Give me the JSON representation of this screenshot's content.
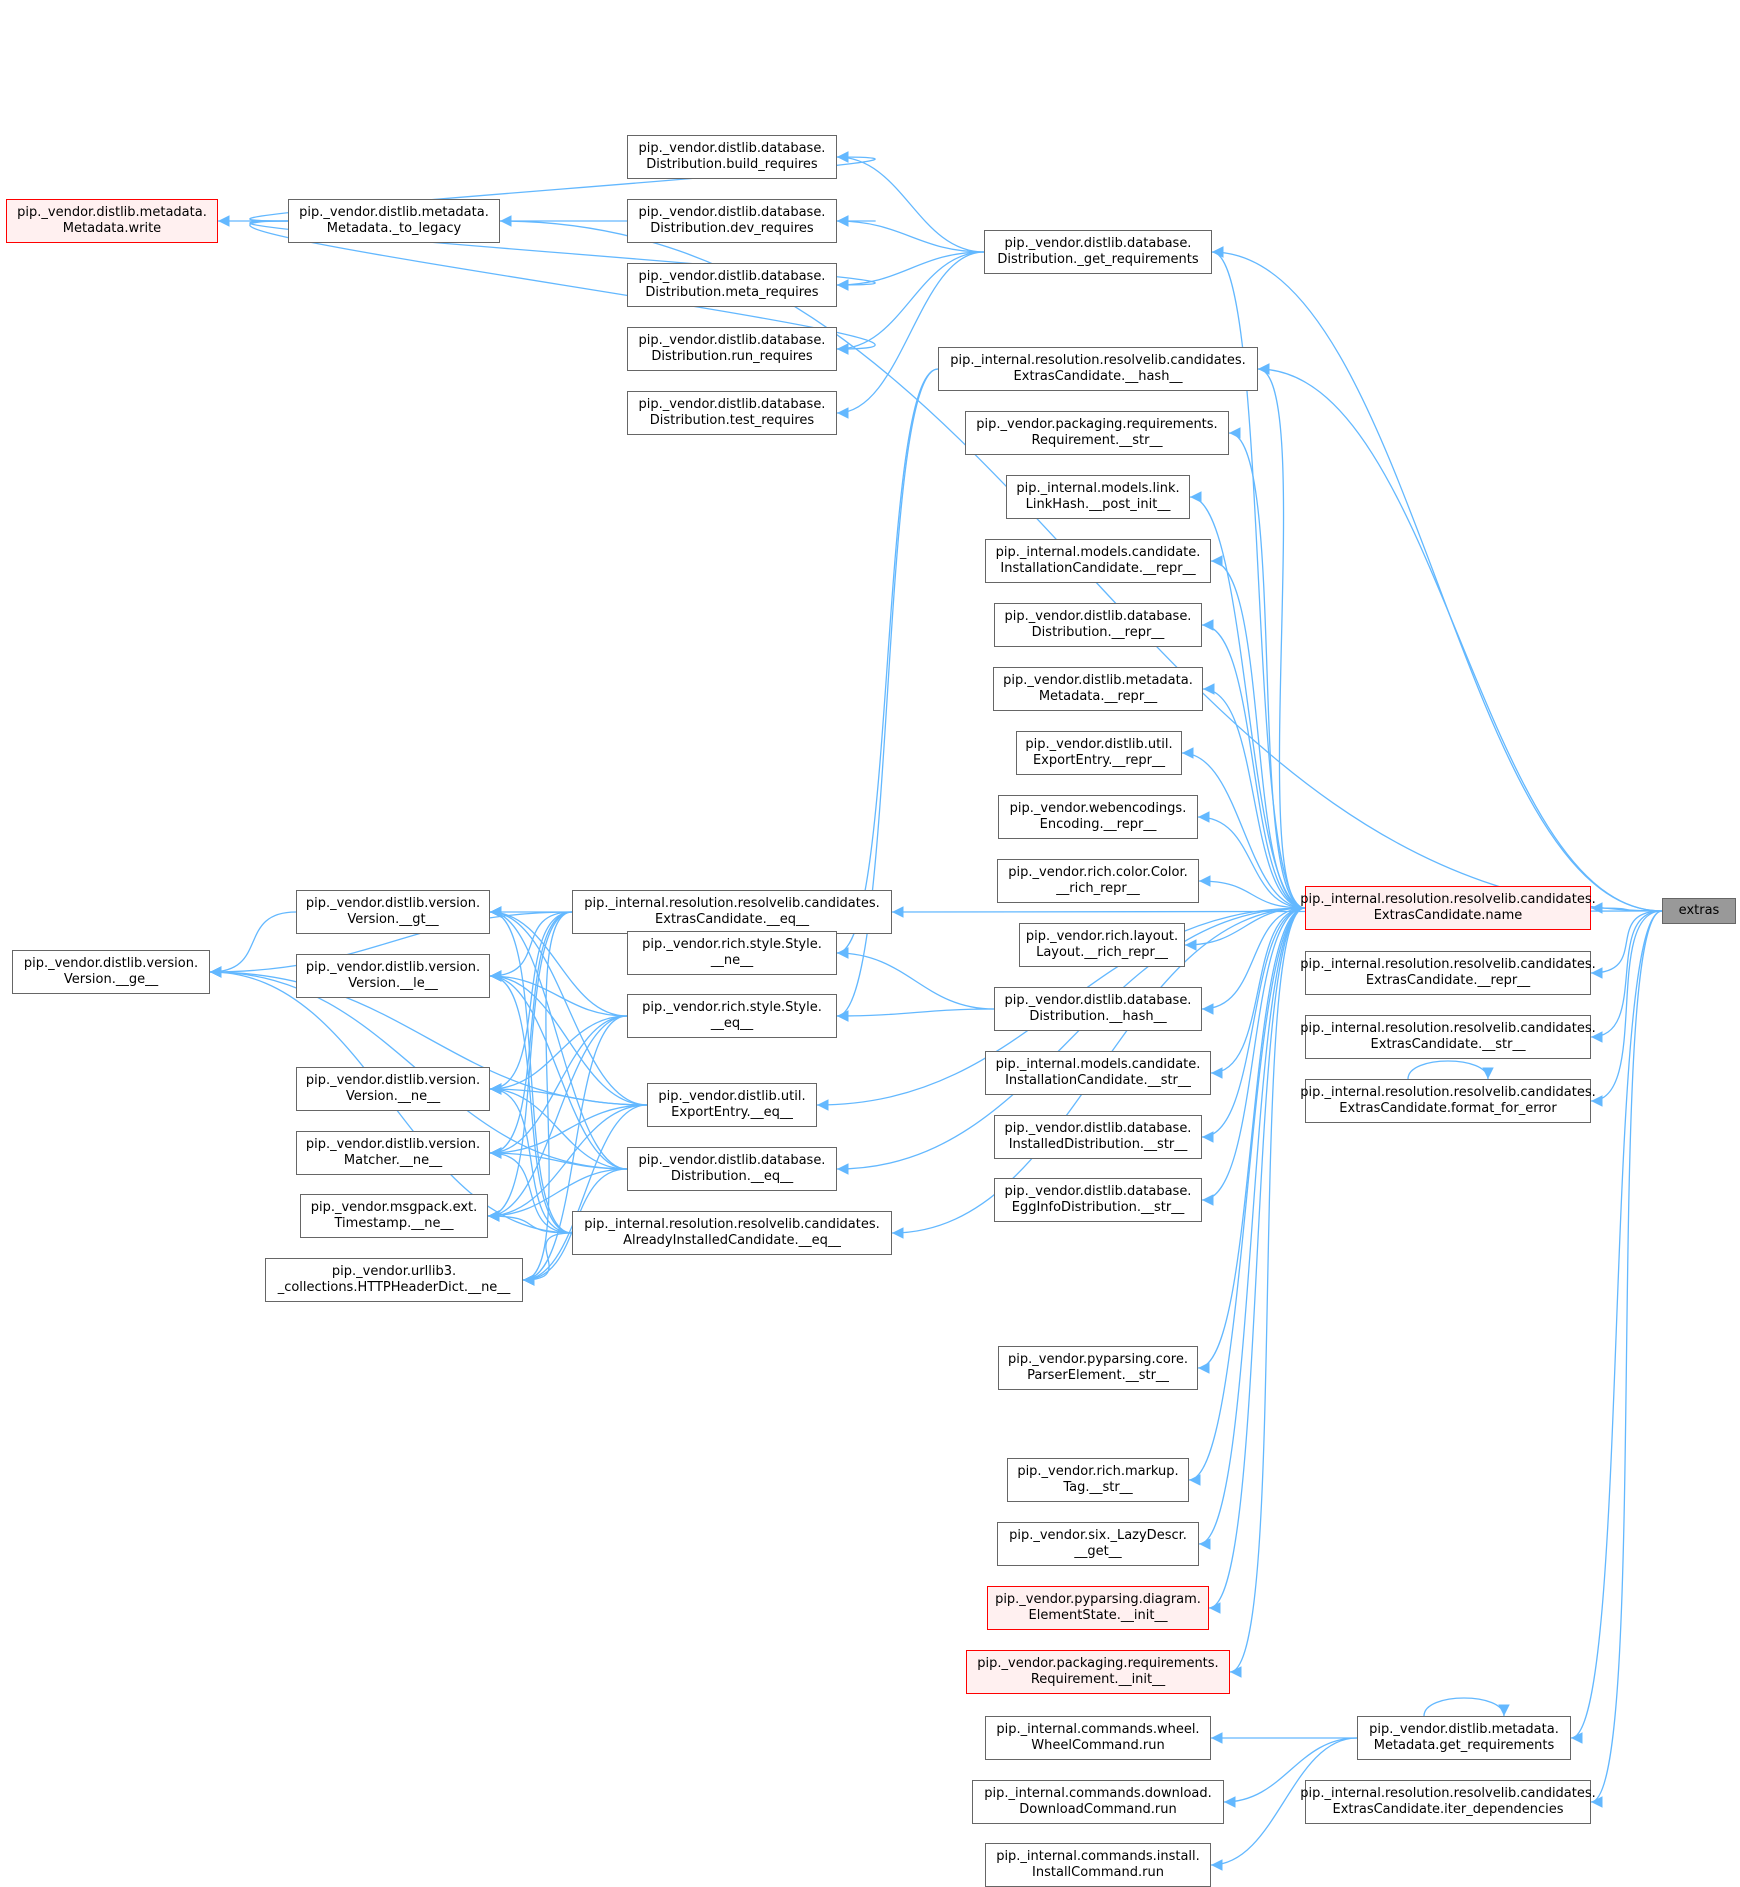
{
  "graph": {
    "edge_color": "#63b8ff",
    "node_border": "#666666",
    "highlight_border": "#ff0000",
    "highlight_fill": "#fff0f0",
    "focus_fill": "#999999",
    "nodes": [
      {
        "id": "extras",
        "lines": [
          "extras"
        ],
        "kind": "focus"
      },
      {
        "id": "ec_name",
        "lines": [
          "pip._internal.resolution.resolvelib.candidates.",
          "ExtrasCandidate.name"
        ],
        "kind": "red"
      },
      {
        "id": "ec_repr",
        "lines": [
          "pip._internal.resolution.resolvelib.candidates.",
          "ExtrasCandidate.__repr__"
        ],
        "kind": "normal"
      },
      {
        "id": "ec_str",
        "lines": [
          "pip._internal.resolution.resolvelib.candidates.",
          "ExtrasCandidate.__str__"
        ],
        "kind": "normal"
      },
      {
        "id": "ec_format",
        "lines": [
          "pip._internal.resolution.resolvelib.candidates.",
          "ExtrasCandidate.format_for_error"
        ],
        "kind": "normal"
      },
      {
        "id": "ec_iter",
        "lines": [
          "pip._internal.resolution.resolvelib.candidates.",
          "ExtrasCandidate.iter_dependencies"
        ],
        "kind": "normal"
      },
      {
        "id": "md_getreq",
        "lines": [
          "pip._vendor.distlib.metadata.",
          "Metadata.get_requirements"
        ],
        "kind": "normal"
      },
      {
        "id": "wheel_run",
        "lines": [
          "pip._internal.commands.wheel.",
          "WheelCommand.run"
        ],
        "kind": "normal"
      },
      {
        "id": "download_run",
        "lines": [
          "pip._internal.commands.download.",
          "DownloadCommand.run"
        ],
        "kind": "normal"
      },
      {
        "id": "install_run",
        "lines": [
          "pip._internal.commands.install.",
          "InstallCommand.run"
        ],
        "kind": "normal"
      },
      {
        "id": "dist_getreq",
        "lines": [
          "pip._vendor.distlib.database.",
          "Distribution._get_requirements"
        ],
        "kind": "normal"
      },
      {
        "id": "build_req",
        "lines": [
          "pip._vendor.distlib.database.",
          "Distribution.build_requires"
        ],
        "kind": "normal"
      },
      {
        "id": "dev_req",
        "lines": [
          "pip._vendor.distlib.database.",
          "Distribution.dev_requires"
        ],
        "kind": "normal"
      },
      {
        "id": "meta_req",
        "lines": [
          "pip._vendor.distlib.database.",
          "Distribution.meta_requires"
        ],
        "kind": "normal"
      },
      {
        "id": "run_req",
        "lines": [
          "pip._vendor.distlib.database.",
          "Distribution.run_requires"
        ],
        "kind": "normal"
      },
      {
        "id": "test_req",
        "lines": [
          "pip._vendor.distlib.database.",
          "Distribution.test_requires"
        ],
        "kind": "normal"
      },
      {
        "id": "to_legacy",
        "lines": [
          "pip._vendor.distlib.metadata.",
          "Metadata._to_legacy"
        ],
        "kind": "normal"
      },
      {
        "id": "md_write",
        "lines": [
          "pip._vendor.distlib.metadata.",
          "Metadata.write"
        ],
        "kind": "red"
      },
      {
        "id": "ec_hash",
        "lines": [
          "pip._internal.resolution.resolvelib.candidates.",
          "ExtrasCandidate.__hash__"
        ],
        "kind": "normal"
      },
      {
        "id": "req_str",
        "lines": [
          "pip._vendor.packaging.requirements.",
          "Requirement.__str__"
        ],
        "kind": "normal"
      },
      {
        "id": "linkhash",
        "lines": [
          "pip._internal.models.link.",
          "LinkHash.__post_init__"
        ],
        "kind": "normal"
      },
      {
        "id": "ic_repr",
        "lines": [
          "pip._internal.models.candidate.",
          "InstallationCandidate.__repr__"
        ],
        "kind": "normal"
      },
      {
        "id": "dist_repr",
        "lines": [
          "pip._vendor.distlib.database.",
          "Distribution.__repr__"
        ],
        "kind": "normal"
      },
      {
        "id": "md_repr",
        "lines": [
          "pip._vendor.distlib.metadata.",
          "Metadata.__repr__"
        ],
        "kind": "normal"
      },
      {
        "id": "ee_repr",
        "lines": [
          "pip._vendor.distlib.util.",
          "ExportEntry.__repr__"
        ],
        "kind": "normal"
      },
      {
        "id": "enc_repr",
        "lines": [
          "pip._vendor.webencodings.",
          "Encoding.__repr__"
        ],
        "kind": "normal"
      },
      {
        "id": "color_repr",
        "lines": [
          "pip._vendor.rich.color.Color.",
          "__rich_repr__"
        ],
        "kind": "normal"
      },
      {
        "id": "layout_repr",
        "lines": [
          "pip._vendor.rich.layout.",
          "Layout.__rich_repr__"
        ],
        "kind": "normal"
      },
      {
        "id": "dist_hash",
        "lines": [
          "pip._vendor.distlib.database.",
          "Distribution.__hash__"
        ],
        "kind": "normal"
      },
      {
        "id": "ic_str",
        "lines": [
          "pip._internal.models.candidate.",
          "InstallationCandidate.__str__"
        ],
        "kind": "normal"
      },
      {
        "id": "idist_str",
        "lines": [
          "pip._vendor.distlib.database.",
          "InstalledDistribution.__str__"
        ],
        "kind": "normal"
      },
      {
        "id": "egg_str",
        "lines": [
          "pip._vendor.distlib.database.",
          "EggInfoDistribution.__str__"
        ],
        "kind": "normal"
      },
      {
        "id": "pe_str",
        "lines": [
          "pip._vendor.pyparsing.core.",
          "ParserElement.__str__"
        ],
        "kind": "normal"
      },
      {
        "id": "tag_str",
        "lines": [
          "pip._vendor.rich.markup.",
          "Tag.__str__"
        ],
        "kind": "normal"
      },
      {
        "id": "lazy_get",
        "lines": [
          "pip._vendor.six._LazyDescr.",
          "__get__"
        ],
        "kind": "normal"
      },
      {
        "id": "es_init",
        "lines": [
          "pip._vendor.pyparsing.diagram.",
          "ElementState.__init__"
        ],
        "kind": "red"
      },
      {
        "id": "req_init",
        "lines": [
          "pip._vendor.packaging.requirements.",
          "Requirement.__init__"
        ],
        "kind": "red"
      },
      {
        "id": "ec_eq",
        "lines": [
          "pip._internal.resolution.resolvelib.candidates.",
          "ExtrasCandidate.__eq__"
        ],
        "kind": "normal"
      },
      {
        "id": "style_ne",
        "lines": [
          "pip._vendor.rich.style.Style.",
          "__ne__"
        ],
        "kind": "normal"
      },
      {
        "id": "style_eq",
        "lines": [
          "pip._vendor.rich.style.Style.",
          "__eq__"
        ],
        "kind": "normal"
      },
      {
        "id": "ee_eq",
        "lines": [
          "pip._vendor.distlib.util.",
          "ExportEntry.__eq__"
        ],
        "kind": "normal"
      },
      {
        "id": "dist_eq",
        "lines": [
          "pip._vendor.distlib.database.",
          "Distribution.__eq__"
        ],
        "kind": "normal"
      },
      {
        "id": "aic_eq",
        "lines": [
          "pip._internal.resolution.resolvelib.candidates.",
          "AlreadyInstalledCandidate.__eq__"
        ],
        "kind": "normal"
      },
      {
        "id": "v_gt",
        "lines": [
          "pip._vendor.distlib.version.",
          "Version.__gt__"
        ],
        "kind": "normal"
      },
      {
        "id": "v_le",
        "lines": [
          "pip._vendor.distlib.version.",
          "Version.__le__"
        ],
        "kind": "normal"
      },
      {
        "id": "v_ne",
        "lines": [
          "pip._vendor.distlib.version.",
          "Version.__ne__"
        ],
        "kind": "normal"
      },
      {
        "id": "m_ne",
        "lines": [
          "pip._vendor.distlib.version.",
          "Matcher.__ne__"
        ],
        "kind": "normal"
      },
      {
        "id": "ts_ne",
        "lines": [
          "pip._vendor.msgpack.ext.",
          "Timestamp.__ne__"
        ],
        "kind": "normal"
      },
      {
        "id": "hh_ne",
        "lines": [
          "pip._vendor.urllib3.",
          "_collections.HTTPHeaderDict.__ne__"
        ],
        "kind": "normal"
      },
      {
        "id": "v_ge",
        "lines": [
          "pip._vendor.distlib.version.",
          "Version.__ge__"
        ],
        "kind": "normal"
      }
    ],
    "edges": [
      [
        "ec_name",
        "extras"
      ],
      [
        "ec_repr",
        "extras"
      ],
      [
        "ec_str",
        "extras"
      ],
      [
        "ec_format",
        "extras"
      ],
      [
        "ec_iter",
        "extras"
      ],
      [
        "md_getreq",
        "extras"
      ],
      [
        "dist_getreq",
        "extras"
      ],
      [
        "to_legacy",
        "extras"
      ],
      [
        "ec_hash",
        "extras"
      ],
      [
        "ec_eq",
        "extras"
      ],
      [
        "ec_format",
        "ec_format"
      ],
      [
        "md_getreq",
        "md_getreq"
      ],
      [
        "wheel_run",
        "md_getreq"
      ],
      [
        "download_run",
        "md_getreq"
      ],
      [
        "install_run",
        "md_getreq"
      ],
      [
        "build_req",
        "dist_getreq"
      ],
      [
        "dev_req",
        "dist_getreq"
      ],
      [
        "meta_req",
        "dist_getreq"
      ],
      [
        "run_req",
        "dist_getreq"
      ],
      [
        "test_req",
        "dist_getreq"
      ],
      [
        "build_req",
        "to_legacy"
      ],
      [
        "dev_req",
        "to_legacy"
      ],
      [
        "meta_req",
        "to_legacy"
      ],
      [
        "run_req",
        "to_legacy"
      ],
      [
        "md_write",
        "to_legacy"
      ],
      [
        "dist_getreq",
        "ec_name"
      ],
      [
        "ec_hash",
        "ec_name"
      ],
      [
        "req_str",
        "ec_name"
      ],
      [
        "linkhash",
        "ec_name"
      ],
      [
        "ic_repr",
        "ec_name"
      ],
      [
        "dist_repr",
        "ec_name"
      ],
      [
        "md_repr",
        "ec_name"
      ],
      [
        "ee_repr",
        "ec_name"
      ],
      [
        "enc_repr",
        "ec_name"
      ],
      [
        "color_repr",
        "ec_name"
      ],
      [
        "layout_repr",
        "ec_name"
      ],
      [
        "dist_hash",
        "ec_name"
      ],
      [
        "ic_str",
        "ec_name"
      ],
      [
        "idist_str",
        "ec_name"
      ],
      [
        "egg_str",
        "ec_name"
      ],
      [
        "pe_str",
        "ec_name"
      ],
      [
        "tag_str",
        "ec_name"
      ],
      [
        "lazy_get",
        "ec_name"
      ],
      [
        "es_init",
        "ec_name"
      ],
      [
        "req_init",
        "ec_name"
      ],
      [
        "ee_eq",
        "ec_name"
      ],
      [
        "dist_eq",
        "ec_name"
      ],
      [
        "aic_eq",
        "ec_name"
      ],
      [
        "style_ne",
        "ec_hash"
      ],
      [
        "style_eq",
        "ec_hash"
      ],
      [
        "style_ne",
        "dist_hash"
      ],
      [
        "style_eq",
        "dist_hash"
      ],
      [
        "v_gt",
        "ec_eq"
      ],
      [
        "v_le",
        "ec_eq"
      ],
      [
        "v_ne",
        "ec_eq"
      ],
      [
        "m_ne",
        "ec_eq"
      ],
      [
        "ts_ne",
        "ec_eq"
      ],
      [
        "hh_ne",
        "ec_eq"
      ],
      [
        "v_ge",
        "ec_eq"
      ],
      [
        "v_gt",
        "style_eq"
      ],
      [
        "v_le",
        "style_eq"
      ],
      [
        "v_ne",
        "style_eq"
      ],
      [
        "m_ne",
        "style_eq"
      ],
      [
        "ts_ne",
        "style_eq"
      ],
      [
        "hh_ne",
        "style_eq"
      ],
      [
        "v_gt",
        "ee_eq"
      ],
      [
        "v_le",
        "ee_eq"
      ],
      [
        "v_ne",
        "ee_eq"
      ],
      [
        "m_ne",
        "ee_eq"
      ],
      [
        "ts_ne",
        "ee_eq"
      ],
      [
        "hh_ne",
        "ee_eq"
      ],
      [
        "v_ge",
        "ee_eq"
      ],
      [
        "v_gt",
        "dist_eq"
      ],
      [
        "v_le",
        "dist_eq"
      ],
      [
        "v_ne",
        "dist_eq"
      ],
      [
        "m_ne",
        "dist_eq"
      ],
      [
        "ts_ne",
        "dist_eq"
      ],
      [
        "hh_ne",
        "dist_eq"
      ],
      [
        "v_ge",
        "dist_eq"
      ],
      [
        "v_gt",
        "aic_eq"
      ],
      [
        "v_le",
        "aic_eq"
      ],
      [
        "v_ne",
        "aic_eq"
      ],
      [
        "m_ne",
        "aic_eq"
      ],
      [
        "ts_ne",
        "aic_eq"
      ],
      [
        "hh_ne",
        "aic_eq"
      ],
      [
        "v_ge",
        "aic_eq"
      ],
      [
        "v_ge",
        "v_gt"
      ]
    ]
  }
}
